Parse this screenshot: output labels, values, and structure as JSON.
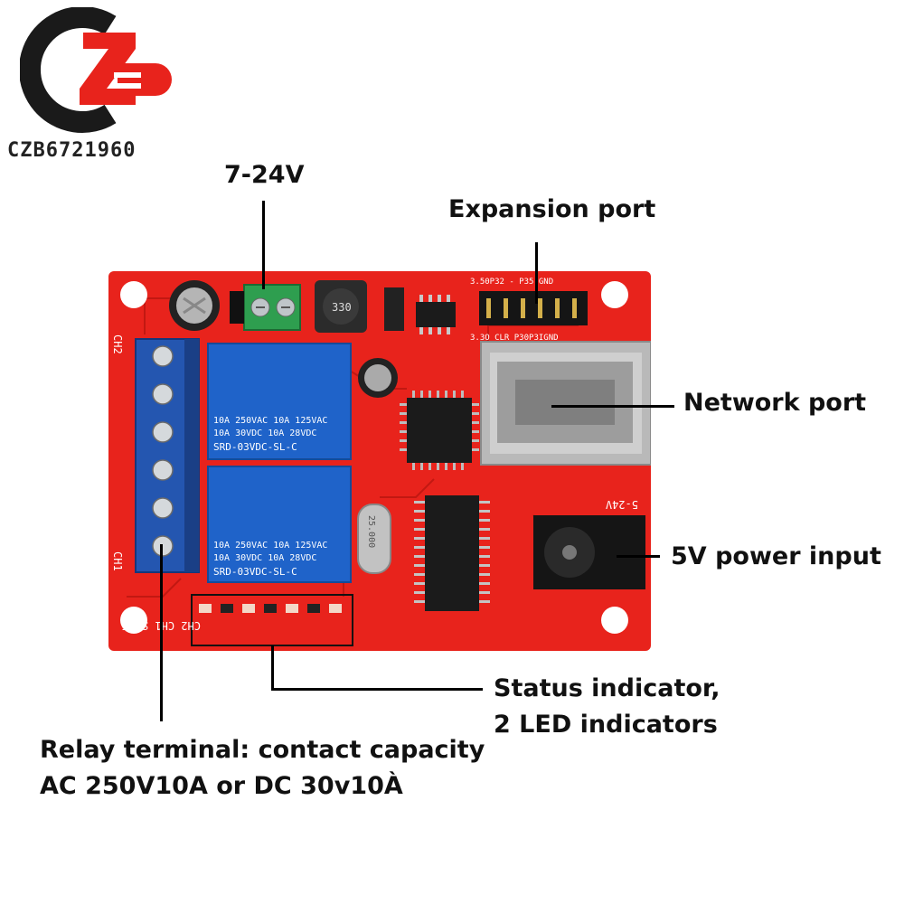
{
  "brand": {
    "logo_text": "CZB6721960",
    "colors": {
      "red": "#e8231c",
      "dark": "#1a1a1a"
    }
  },
  "board": {
    "color": "#e8231c",
    "silk": {
      "relay1_line1": "10A 250VAC  10A 125VAC",
      "relay1_line2": "10A  30VDC  10A  28VDC",
      "relay1_model": "SRD-03VDC-SL-C",
      "relay2_line1": "10A 250VAC  10A 125VAC",
      "relay2_line2": "10A  30VDC  10A  28VDC",
      "relay2_model": "SRD-03VDC-SL-C",
      "ch2": "CH2",
      "ch1": "CH1",
      "led_labels": "CH2   CH1   STAT",
      "power_range": "5-24V",
      "crystal": "25.000",
      "inductor": "330",
      "header_top": "3.50P32 - P35 GND",
      "header_bottom": "3.3O CLR P30P3IGND"
    }
  },
  "callouts": {
    "input_voltage": "7-24V",
    "expansion_port": "Expansion port",
    "network_port": "Network port",
    "power_input": "5V power input",
    "status_indicator_line1": "Status indicator,",
    "status_indicator_line2": "2 LED indicators",
    "relay_terminal_line1": "Relay terminal: contact capacity",
    "relay_terminal_line2": "AC 250V10A or DC 30v10À"
  }
}
